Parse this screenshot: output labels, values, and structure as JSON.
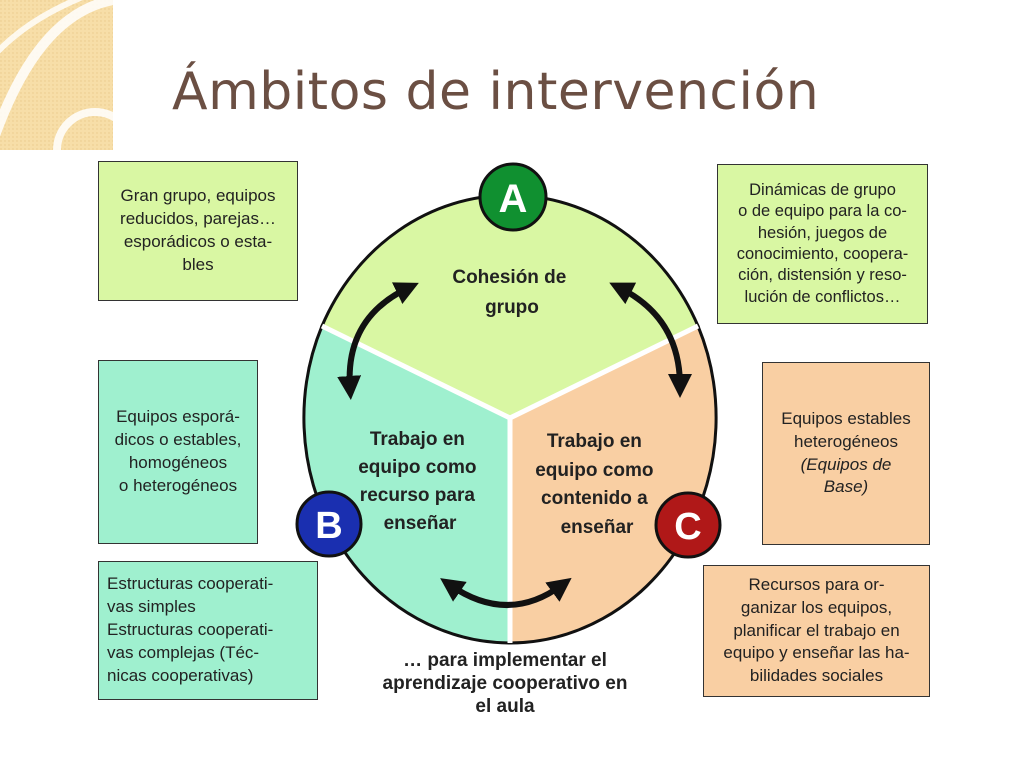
{
  "slide": {
    "title": "Ámbitos de intervención"
  },
  "diagram": {
    "sectors": [
      {
        "letter": "A",
        "label_lines": [
          "Cohesión de",
          "grupo"
        ],
        "fill": "#d9f7a3",
        "badge_color": "#109030"
      },
      {
        "letter": "B",
        "label_lines": [
          "Trabajo en",
          "equipo como",
          "recurso para",
          "enseñar"
        ],
        "fill": "#9ff0cf",
        "badge_color": "#1a2fb0"
      },
      {
        "letter": "C",
        "label_lines": [
          "Trabajo en",
          "equipo como",
          "contenido a",
          "enseñar"
        ],
        "fill": "#f9cfa3",
        "badge_color": "#b01818"
      }
    ],
    "caption_lines": [
      "… para implementar el",
      "aprendizaje cooperativo en",
      "el aula"
    ],
    "boxes": {
      "a_left": [
        "Gran grupo, equipos",
        "reducidos, parejas…",
        "esporádicos o esta-",
        "bles"
      ],
      "a_right": [
        "Dinámicas de grupo",
        "o de equipo para la co-",
        "hesión, juegos de",
        "conocimiento, coopera-",
        "ción, distensión y reso-",
        "lución de conflictos…"
      ],
      "b_top": [
        "Equipos esporá-",
        "dicos o estables,",
        "homogéneos",
        "o heterogéneos"
      ],
      "b_bottom": [
        "Estructuras cooperati-",
        "vas simples",
        "Estructuras cooperati-",
        "vas complejas (Téc-",
        "nicas cooperativas)"
      ],
      "c_top": [
        "Equipos estables",
        "heterogéneos"
      ],
      "c_top_italic": [
        "(Equipos de",
        "Base)"
      ],
      "c_bottom": [
        "Recursos para or-",
        "ganizar los equipos,",
        "planificar el trabajo en",
        "equipo y enseñar las ha-",
        "bilidades sociales"
      ]
    },
    "colors": {
      "box_green": "#d9f7a3",
      "box_teal": "#9ff0cf",
      "box_orange": "#f9cfa3",
      "title": "#6b4f43",
      "corner_bg": "#f7dea8"
    }
  }
}
